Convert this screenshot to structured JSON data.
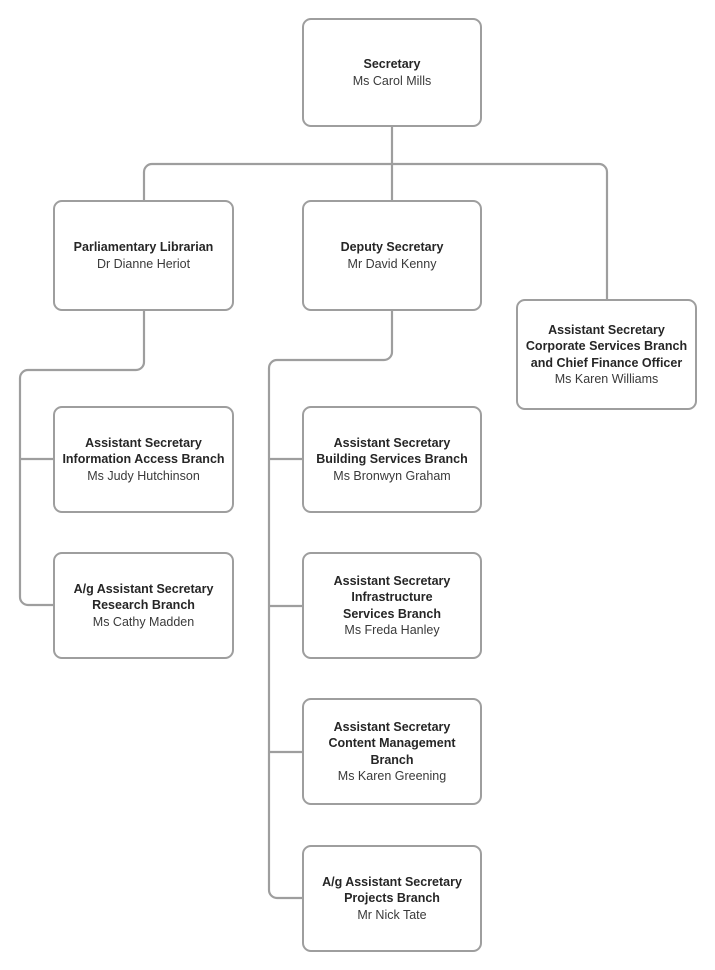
{
  "chart_meta": {
    "type": "org-chart",
    "orientation": "top-down",
    "background_color": "#ffffff",
    "box_border_color": "#9e9e9e",
    "connector_color": "#9e9e9e",
    "text_color": "#262626"
  },
  "nodes": {
    "secretary": {
      "titles": [
        "Secretary"
      ],
      "person": "Ms Carol Mills"
    },
    "parliamentary_librarian": {
      "titles": [
        "Parliamentary Librarian"
      ],
      "person": "Dr Dianne Heriot"
    },
    "deputy_secretary": {
      "titles": [
        "Deputy Secretary"
      ],
      "person": "Mr David Kenny"
    },
    "corporate_services": {
      "titles": [
        "Assistant Secretary",
        "Corporate Services Branch",
        "and Chief Finance Officer"
      ],
      "person": "Ms Karen Williams"
    },
    "information_access": {
      "titles": [
        "Assistant Secretary",
        "Information Access Branch"
      ],
      "person": "Ms Judy Hutchinson"
    },
    "research_branch": {
      "titles": [
        "A/g Assistant Secretary",
        "Research Branch"
      ],
      "person": "Ms Cathy Madden"
    },
    "building_services": {
      "titles": [
        "Assistant Secretary",
        "Building Services Branch"
      ],
      "person": "Ms Bronwyn Graham"
    },
    "infrastructure_services": {
      "titles": [
        "Assistant Secretary",
        "Infrastructure",
        "Services Branch"
      ],
      "person": "Ms Freda Hanley"
    },
    "content_management": {
      "titles": [
        "Assistant Secretary",
        "Content Management",
        "Branch"
      ],
      "person": "Ms Karen Greening"
    },
    "projects_branch": {
      "titles": [
        "A/g Assistant Secretary",
        "Projects Branch"
      ],
      "person": "Mr Nick Tate"
    }
  }
}
